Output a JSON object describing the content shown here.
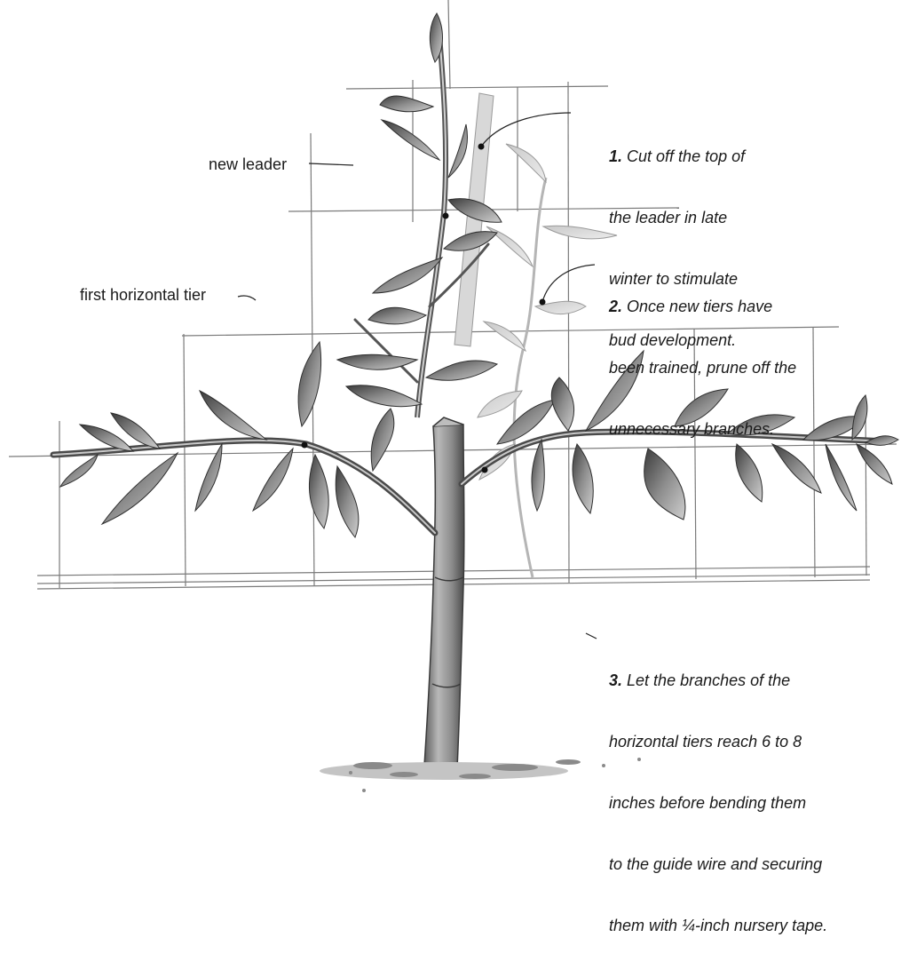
{
  "labels": {
    "new_leader": "new leader",
    "first_tier": "first horizontal tier"
  },
  "steps": [
    {
      "number": "1.",
      "lines": [
        "Cut off the top of",
        "the leader in late",
        "winter to stimulate",
        "bud development."
      ]
    },
    {
      "number": "2.",
      "lines": [
        "Once new tiers have",
        "been trained, prune off the",
        "unnecessary branches."
      ]
    },
    {
      "number": "3.",
      "lines": [
        "Let the branches of the",
        "horizontal tiers reach 6 to 8",
        "inches before bending them",
        "to the guide wire and securing",
        "them with ¼-inch nursery tape."
      ]
    }
  ]
}
